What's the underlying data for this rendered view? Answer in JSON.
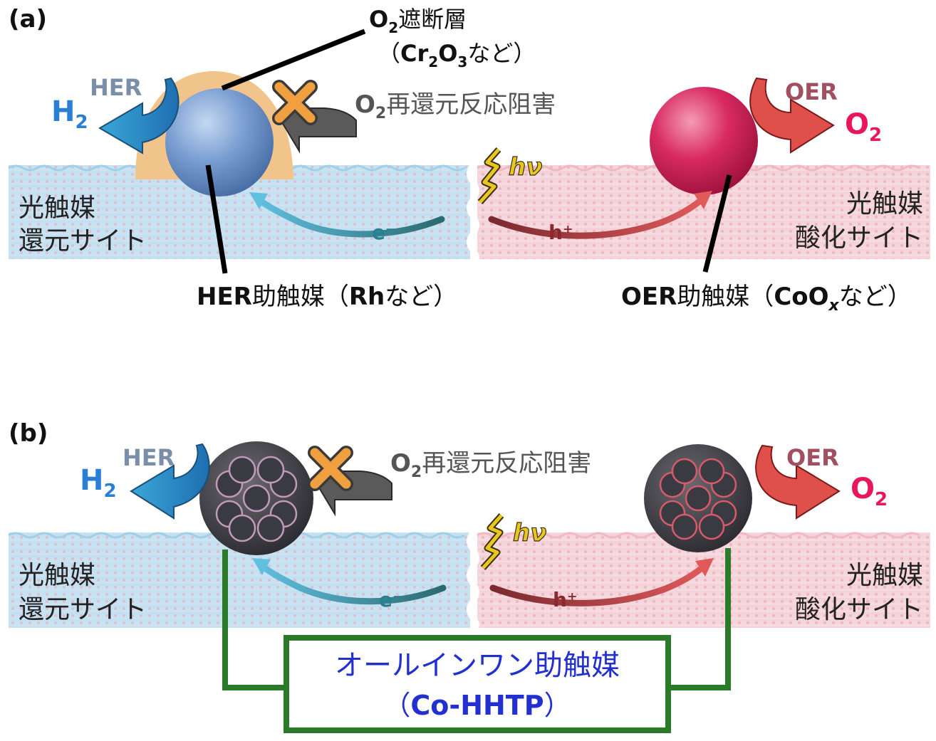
{
  "panel_a": {
    "label": "(a)",
    "o2_layer": {
      "o2_main": "O",
      "o2_sub": "2",
      "text": "遮断層"
    },
    "cr2o3": {
      "open": "（",
      "cr": "Cr",
      "cr_sub": "2",
      "o": "O",
      "o_sub": "3",
      "rest": "など）"
    },
    "her_label": "HER",
    "h2": {
      "main": "H",
      "sub": "2"
    },
    "o2_rereduction": {
      "o_main": "O",
      "o_sub": "2",
      "text": "再還元反応阻害"
    },
    "hv": "hν",
    "oer_label": "OER",
    "o2_out": {
      "main": "O",
      "sub": "2"
    },
    "electron": "e⁻",
    "hole": "h⁺",
    "left_site": {
      "line1": "光触媒",
      "line2": "還元サイト"
    },
    "right_site": {
      "line1": "光触媒",
      "line2": "酸化サイト"
    },
    "her_cocatalyst": {
      "bold": "HER",
      "text": "助触媒（",
      "rh": "Rh",
      "rest": "など）"
    },
    "oer_cocatalyst": {
      "bold": "OER",
      "text": "助触媒（",
      "coo": "CoO",
      "x": "x",
      "rest": "など）"
    }
  },
  "panel_b": {
    "label": "(b)",
    "her_label": "HER",
    "h2": {
      "main": "H",
      "sub": "2"
    },
    "o2_rereduction": {
      "o_main": "O",
      "o_sub": "2",
      "text": "再還元反応阻害"
    },
    "hv": "hν",
    "oer_label": "OER",
    "o2_out": {
      "main": "O",
      "sub": "2"
    },
    "electron": "e⁻",
    "hole": "h⁺",
    "left_site": {
      "line1": "光触媒",
      "line2": "還元サイト"
    },
    "right_site": {
      "line1": "光触媒",
      "line2": "酸化サイト"
    },
    "all_in_one": {
      "line1": "オールインワン助触媒",
      "open": "（",
      "name": "Co-HHTP",
      "close": "）"
    }
  },
  "colors": {
    "h2_blue": "#2a7fd4",
    "o2_pink": "#e8175d",
    "her_blue_arrow": "#3aa6d8",
    "oer_red_arrow": "#e0504a",
    "box_green": "#2a7a2a",
    "all_in_one_blue": "#2230d0",
    "shell_orange": "#f0c48a",
    "blue_sphere": "#6f95cc",
    "pink_sphere": "#d4245a",
    "grey_arrow": "#5a5a5a",
    "cross_orange": "#f0a040",
    "hv_yellow": "#e8c820"
  }
}
